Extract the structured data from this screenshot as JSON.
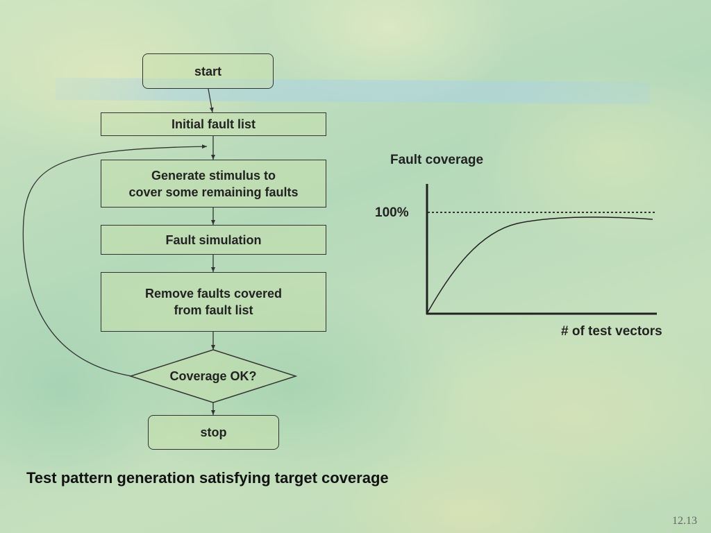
{
  "flowchart": {
    "start": "start",
    "initial_fault_list": "Initial fault list",
    "generate_line1": "Generate stimulus to",
    "generate_line2": "cover some remaining faults",
    "fault_simulation": "Fault simulation",
    "remove_line1": "Remove faults covered",
    "remove_line2": "from fault list",
    "decision": "Coverage OK?",
    "stop": "stop"
  },
  "graph": {
    "y_label": "Fault coverage",
    "target_label": "100%",
    "x_label": "# of test vectors"
  },
  "caption": "Test pattern generation satisfying target coverage",
  "page_number": "12.13"
}
